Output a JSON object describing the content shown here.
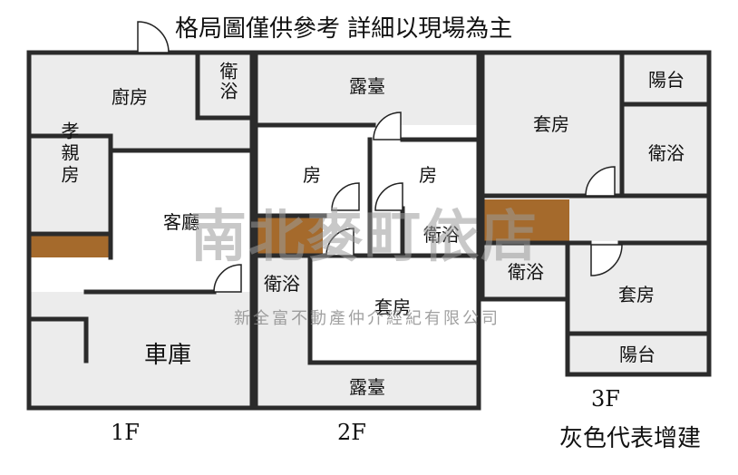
{
  "header": {
    "note": "格局圖僅供參考 詳細以現場為主"
  },
  "watermark": {
    "brand": "南北麥町依店",
    "company": "新全富不動產仲介經紀有限公司"
  },
  "floors": {
    "f1": {
      "label": "1F",
      "rooms": {
        "kitchen": "廚房",
        "bath": "衛浴",
        "elder_room": "孝親房",
        "living": "客廳",
        "garage": "車庫"
      }
    },
    "f2": {
      "label": "2F",
      "rooms": {
        "terrace_top": "露臺",
        "room_a": "房",
        "room_b": "房",
        "bath_a": "衛浴",
        "bath_b": "衛浴",
        "suite": "套房",
        "terrace_bottom": "露臺"
      }
    },
    "f3": {
      "label": "3F",
      "rooms": {
        "suite_top": "套房",
        "balcony_top": "陽台",
        "bath_top": "衛浴",
        "bath_mid": "衛浴",
        "suite_bottom": "套房",
        "balcony_bottom": "陽台"
      }
    }
  },
  "legend": {
    "note": "灰色代表增建"
  },
  "colors": {
    "extension_fill": "#ececec",
    "wall": "#2b2b2b",
    "stair": "#a56a2c",
    "watermark": "#9a9a9a"
  }
}
